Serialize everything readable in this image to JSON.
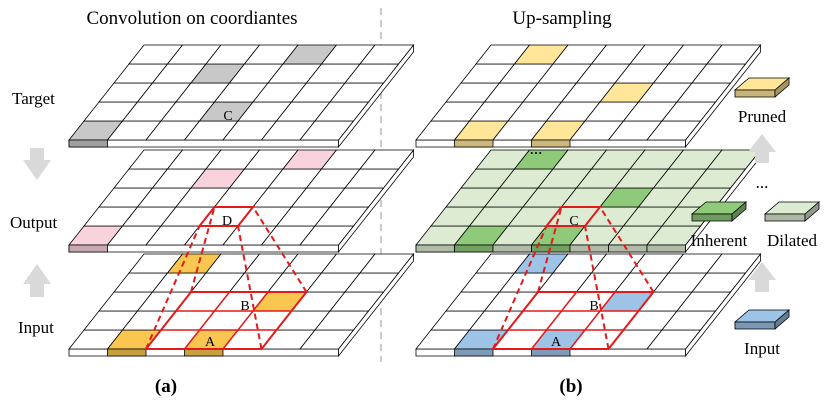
{
  "titles": {
    "left": "Convolution on coordiantes",
    "right": "Up-sampling"
  },
  "side_labels": {
    "target": "Target",
    "output": "Output",
    "input": "Input"
  },
  "cell_labels": {
    "a": "A",
    "b": "B",
    "c": "C",
    "d": "D"
  },
  "captions": {
    "a": "(a)",
    "b": "(b)"
  },
  "legend": {
    "pruned": "Pruned",
    "inherent": "Inherent",
    "dilated": "Dilated",
    "input": "Input",
    "ellipsis": "..."
  },
  "ellipsis_mid": "...",
  "colors": {
    "gray_cell": "#c8c8c8",
    "pink_cell": "#f9d3dc",
    "orange_cell": "#f9c74f",
    "blue_cell": "#9dc3e6",
    "yellow_cell": "#ffe699",
    "green_dark": "#8fc97a",
    "green_light": "#dcebd2",
    "red_outline": "#e31a1c",
    "arrow_gray": "#d9d9d9",
    "divider": "#bbbbbb"
  }
}
